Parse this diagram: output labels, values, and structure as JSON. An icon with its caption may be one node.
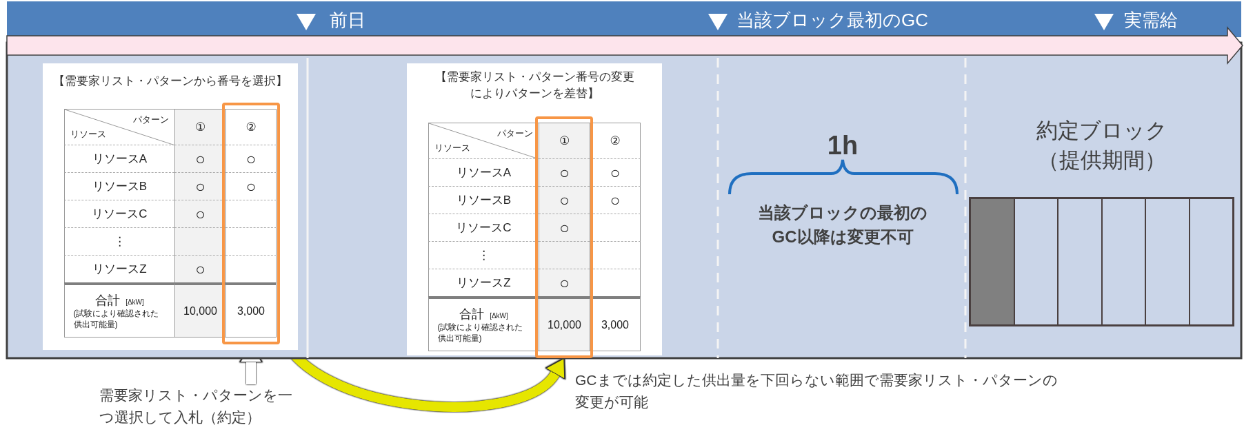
{
  "diagram": {
    "nodes": [
      {
        "text": [
          "【需要家リスト・パターンから番号を選択】"
        ]
      },
      {
        "text": [],
        "shape": "box",
        "in": 0
      },
      {
        "text": [
          "【需要家リスト・パターン番号の変更によりパターンを差替】"
        ]
      },
      {
        "text": [],
        "shape": "box",
        "in": 2
      },
      {
        "text": [
          "約定ブロック（提供期間）"
        ]
      },
      {
        "text": [
          "需要家リスト・パターンを一つ選択して入札（約定）"
        ]
      }
    ],
    "edges": [
      {
        "from": 5,
        "to": 1,
        "arrow": "to",
        "color": "#ffffff"
      },
      {
        "from": 1,
        "to": 3,
        "arrow": "to",
        "color": "#e6e600"
      }
    ],
    "labels": [
      "前日",
      "当該ブロック最初のGC",
      "実需給",
      "パターン",
      "リソース",
      "①",
      "②",
      "リソースA",
      "○",
      "○",
      "リソースB",
      "○",
      "○",
      "リソースC",
      "○",
      "⋮",
      "リソースZ",
      "○",
      "合計",
      "[ΔkW]",
      "(試験により確認された供出可能量)",
      "10,000",
      "3,000",
      "パターン",
      "リソース",
      "①",
      "②",
      "リソースA",
      "○",
      "○",
      "リソースB",
      "○",
      "○",
      "リソースC",
      "○",
      "⋮",
      "リソースZ",
      "○",
      "合計",
      "[ΔkW]",
      "(試験により確認された供出可能量)",
      "10,000",
      "3,000",
      "1h",
      "当該ブロックの最初のGC以降は変更不可",
      "GCまでは約定した供出量を下回らない範囲で需要家リスト・パターンの変更が可能"
    ]
  }
}
